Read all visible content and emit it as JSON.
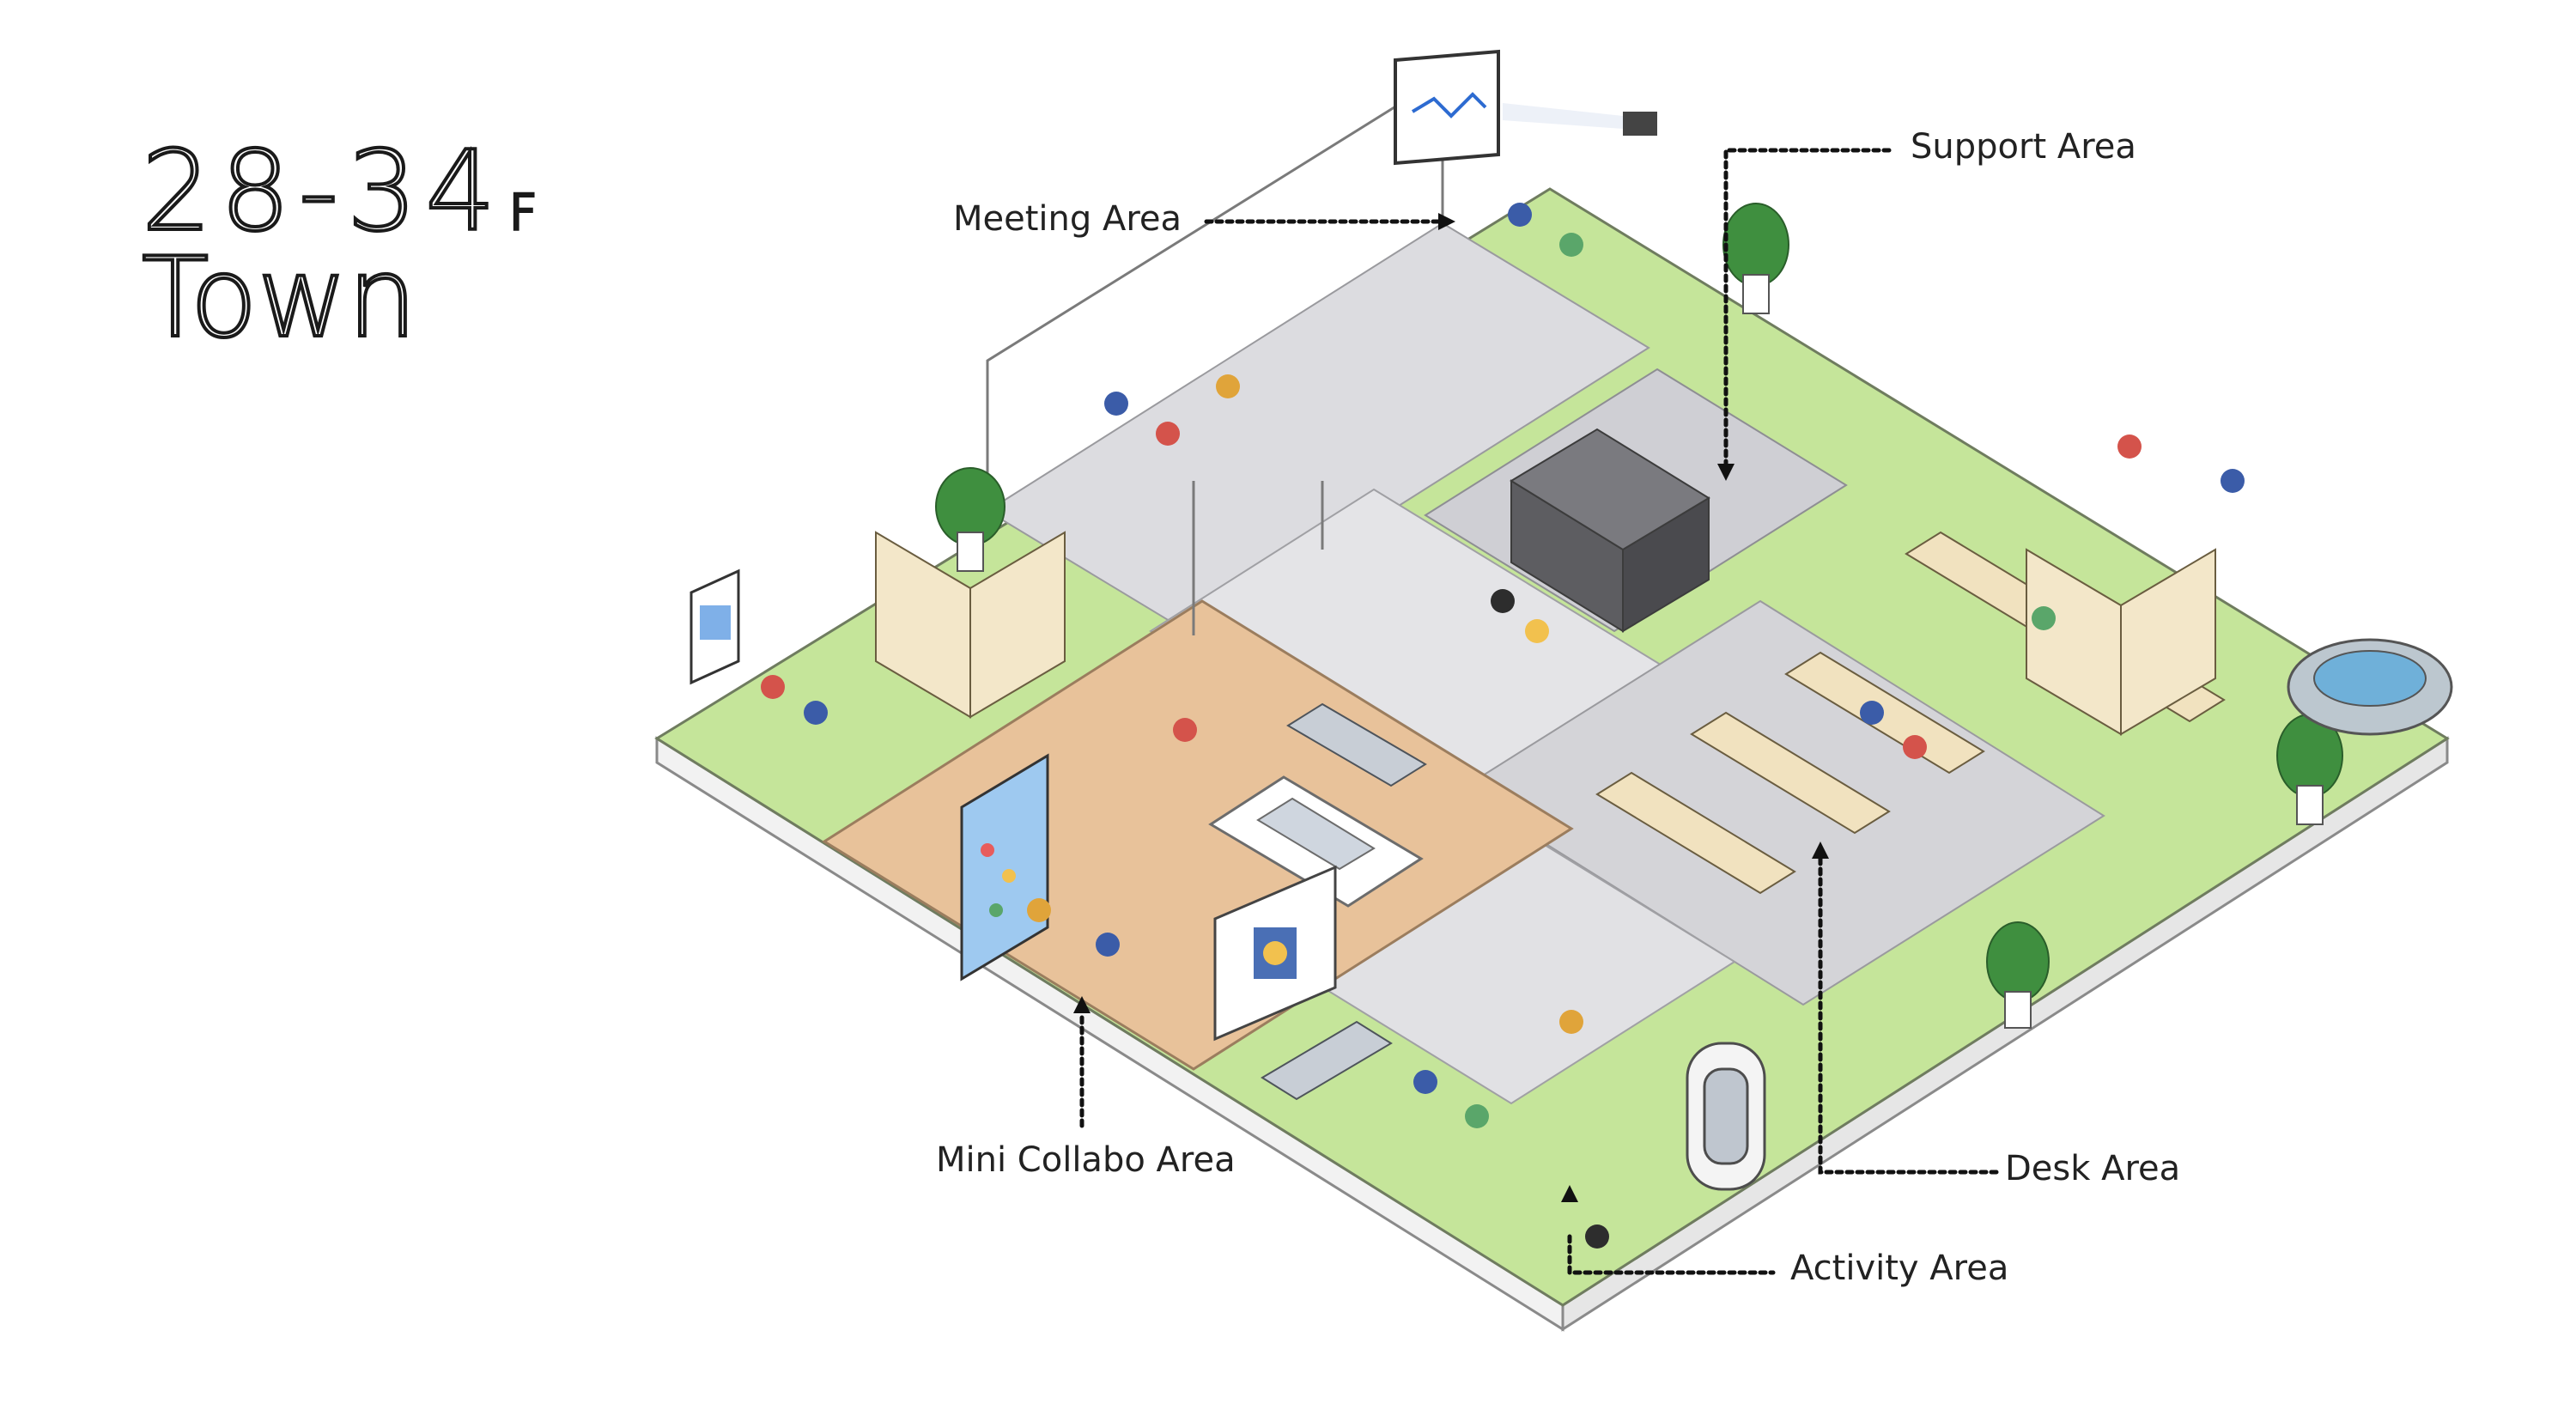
{
  "floor": {
    "range": "28-34",
    "suffix": "F",
    "name": "Town"
  },
  "areas": {
    "meeting": "Meeting Area",
    "support": "Support Area",
    "mini_collabo": "Mini Collabo Area",
    "desk": "Desk Area",
    "activity": "Activity Area"
  },
  "colors": {
    "floor_green": "#c5e59a",
    "collabo_wood": "#e8c29a",
    "corridor_grey": "#d9d9dc",
    "label_text": "#222222",
    "leader_line": "#111111"
  }
}
